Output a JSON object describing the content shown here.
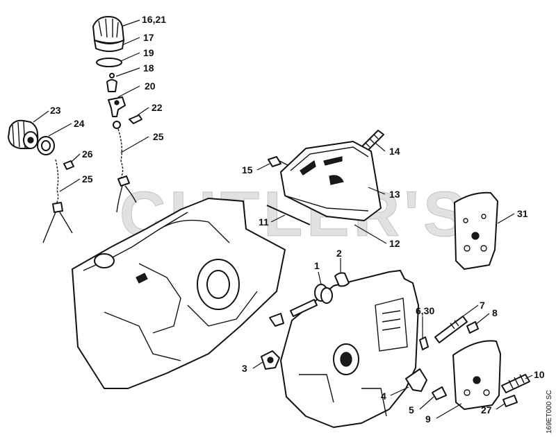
{
  "diagram": {
    "drawing_code": "169ET000 SC",
    "watermark": "CUTLER'S",
    "callouts": [
      {
        "id": "c-16-21",
        "label": "16,21"
      },
      {
        "id": "c-17",
        "label": "17"
      },
      {
        "id": "c-19",
        "label": "19"
      },
      {
        "id": "c-18",
        "label": "18"
      },
      {
        "id": "c-20",
        "label": "20"
      },
      {
        "id": "c-22",
        "label": "22"
      },
      {
        "id": "c-25a",
        "label": "25"
      },
      {
        "id": "c-23",
        "label": "23"
      },
      {
        "id": "c-24",
        "label": "24"
      },
      {
        "id": "c-26",
        "label": "26"
      },
      {
        "id": "c-25b",
        "label": "25"
      },
      {
        "id": "c-14",
        "label": "14"
      },
      {
        "id": "c-15",
        "label": "15"
      },
      {
        "id": "c-13",
        "label": "13"
      },
      {
        "id": "c-11",
        "label": "11"
      },
      {
        "id": "c-12",
        "label": "12"
      },
      {
        "id": "c-31",
        "label": "31"
      },
      {
        "id": "c-1",
        "label": "1"
      },
      {
        "id": "c-2",
        "label": "2"
      },
      {
        "id": "c-6-30",
        "label": "6,30"
      },
      {
        "id": "c-7",
        "label": "7"
      },
      {
        "id": "c-8",
        "label": "8"
      },
      {
        "id": "c-3",
        "label": "3"
      },
      {
        "id": "c-10",
        "label": "10"
      },
      {
        "id": "c-4",
        "label": "4"
      },
      {
        "id": "c-5",
        "label": "5"
      },
      {
        "id": "c-9",
        "label": "9"
      },
      {
        "id": "c-27",
        "label": "27"
      }
    ]
  }
}
